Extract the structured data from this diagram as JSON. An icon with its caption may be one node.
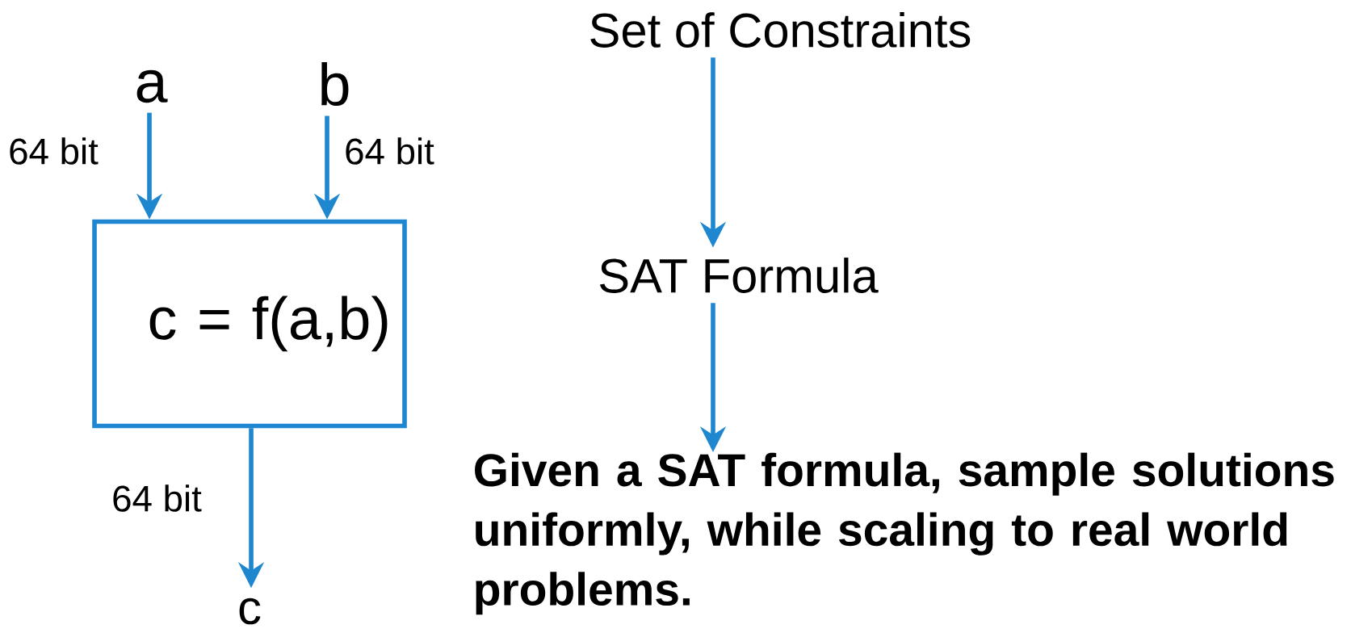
{
  "diagram": {
    "nodes": [
      {
        "text": [
          "a"
        ]
      },
      {
        "text": [
          "b"
        ]
      },
      {
        "text": [
          "c = f(a,b)"
        ]
      },
      {
        "text": [
          "c"
        ]
      },
      {
        "text": [
          "Set of Constraints"
        ]
      },
      {
        "text": [
          "SAT Formula"
        ]
      },
      {
        "text": [
          "Given a SAT formula,  sample solutions uniformly, while scaling to real world problems."
        ]
      }
    ],
    "edges": [
      {
        "from": 0,
        "to": 2,
        "arrow": "to",
        "label": "64 bit"
      },
      {
        "from": 1,
        "to": 2,
        "arrow": "to",
        "label": "64 bit"
      },
      {
        "from": 2,
        "to": 3,
        "arrow": "to",
        "label": "64 bit"
      },
      {
        "from": 4,
        "to": 5,
        "arrow": "to"
      },
      {
        "from": 5,
        "to": 6,
        "arrow": "to"
      }
    ]
  }
}
